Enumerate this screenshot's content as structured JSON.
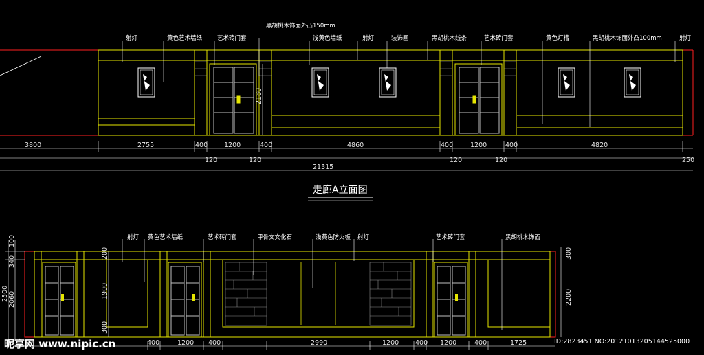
{
  "drawing": {
    "title": "走廊A立面图"
  },
  "elevation_a": {
    "labels": [
      "射灯",
      "黄色艺术墙纸",
      "艺术砖门套",
      "黑胡桃木饰面外凸150mm",
      "浅黄色墙纸",
      "射灯",
      "装饰画",
      "黑胡桃木线条",
      "艺术砖门套",
      "黄色灯槽",
      "黑胡桃木饰面外凸100mm",
      "射灯"
    ],
    "dims_top": [
      "3800",
      "2755",
      "400",
      "1200",
      "400",
      "4860",
      "400",
      "1200",
      "400",
      "4820"
    ],
    "dims_sub": [
      "120",
      "120",
      "120",
      "120",
      "250"
    ],
    "total": "21315",
    "height": "2180"
  },
  "elevation_b": {
    "labels": [
      "射灯",
      "黄色艺术墙纸",
      "艺术砖门套",
      "甲骨文文化石",
      "浅黄色防火板",
      "射灯",
      "艺术砖门套",
      "黑胡桃木饰面"
    ],
    "dims_bottom": [
      "400",
      "1200",
      "400",
      "2990",
      "1200",
      "400",
      "1200",
      "400",
      "1725"
    ],
    "left_dims": [
      "100",
      "340",
      "2500",
      "2060"
    ],
    "inner_dims": [
      "200",
      "1900",
      "300"
    ],
    "right_dims": [
      "300",
      "2200"
    ]
  },
  "watermark": {
    "site": "昵享网 www.nipic.cn",
    "id": "ID:2823451 NO:20121013205144525000"
  },
  "colors": {
    "outline": "#ff2020",
    "wall": "#e6e600",
    "dim": "#ffffff",
    "leader": "#ffffff",
    "panel": "#b0b0b0"
  }
}
